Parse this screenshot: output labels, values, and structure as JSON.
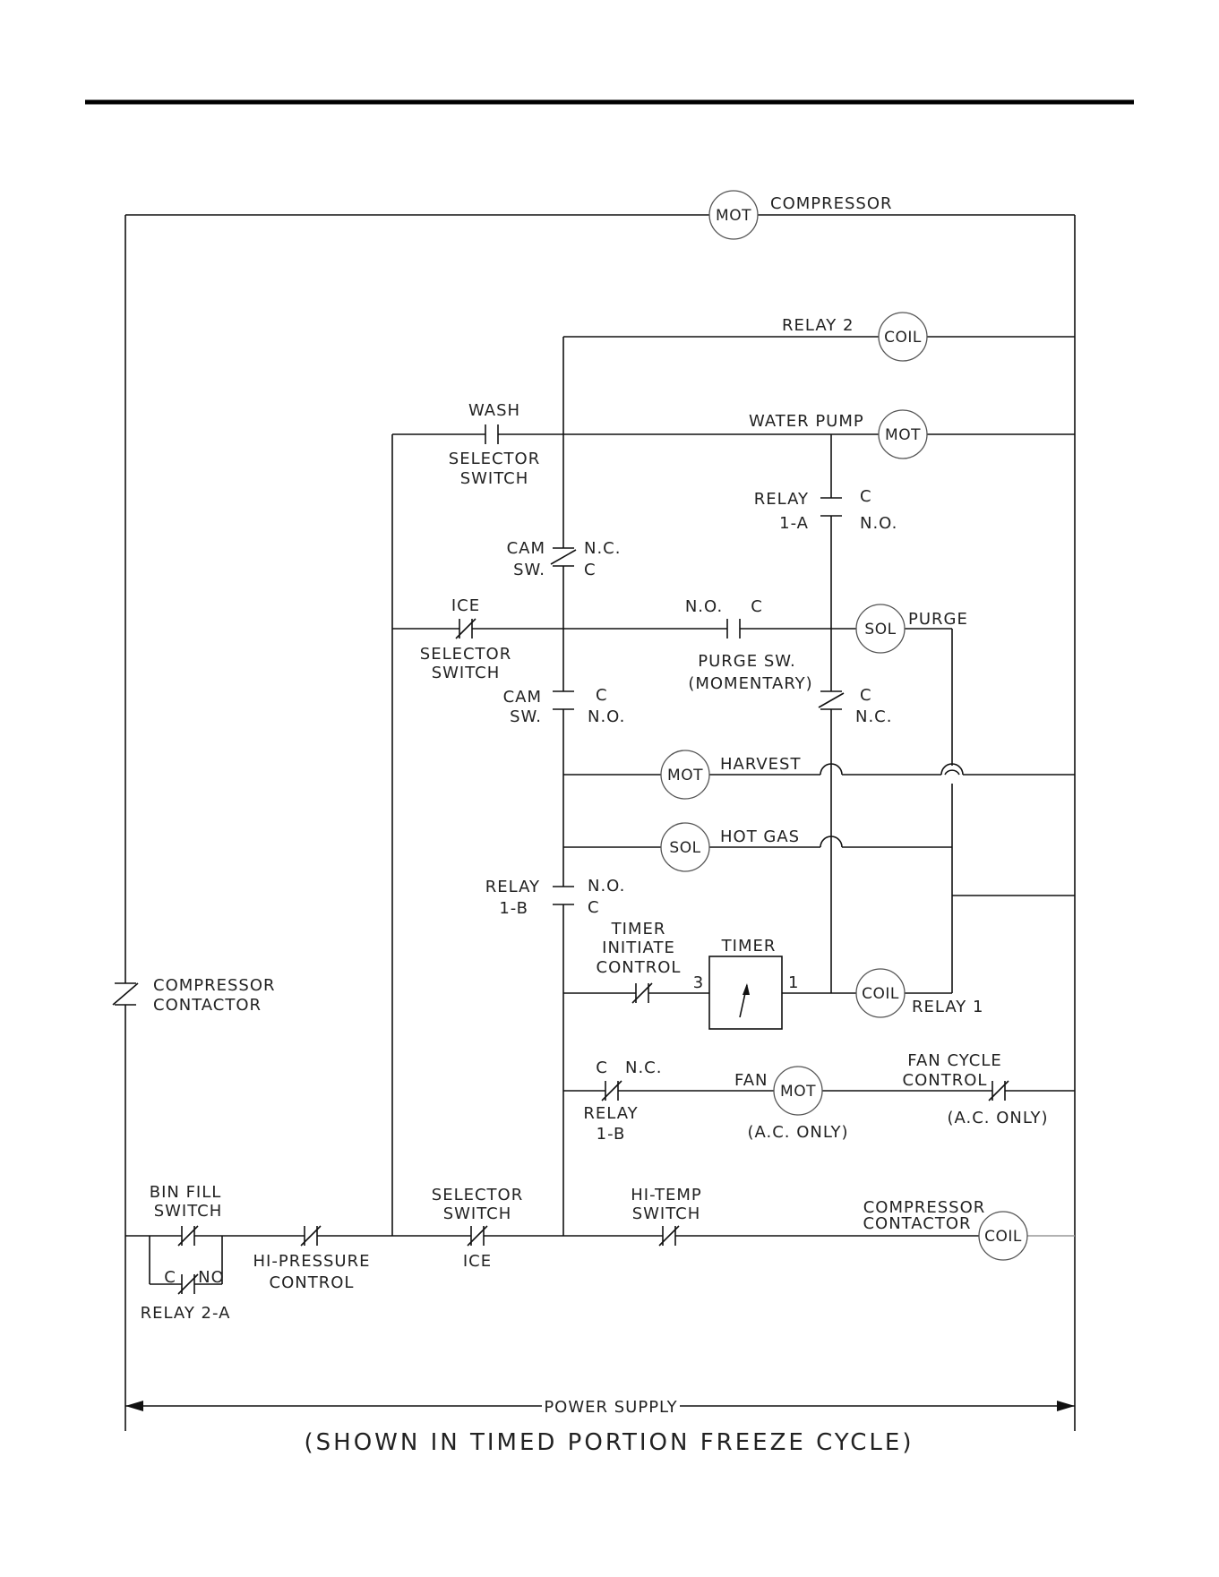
{
  "labels": {
    "mot_compressor_circle": "MOT",
    "compressor": "COMPRESSOR",
    "relay2": "RELAY 2",
    "coil_relay2": "COIL",
    "wash": "WASH",
    "selector_switch_1a": "SELECTOR",
    "selector_switch_1b": "SWITCH",
    "water_pump": "WATER PUMP",
    "mot_pump": "MOT",
    "relay1a_1": "RELAY",
    "relay1a_2": "1-A",
    "relay1a_c": "C",
    "relay1a_no": "N.O.",
    "cam_sw_1a": "CAM",
    "cam_sw_1b": "SW.",
    "cam_sw_1_nc": "N.C.",
    "cam_sw_1_c": "C",
    "ice_top": "ICE",
    "selector_switch_2a": "SELECTOR",
    "selector_switch_2b": "SWITCH",
    "purge_no": "N.O.",
    "purge_c": "C",
    "sol_purge": "SOL",
    "purge": "PURGE",
    "purge_sw": "PURGE SW.",
    "momentary": "(MOMENTARY)",
    "cam_sw_2a": "CAM",
    "cam_sw_2b": "SW.",
    "cam_sw_2_c": "C",
    "cam_sw_2_no": "N.O.",
    "purge_nc_c": "C",
    "purge_nc": "N.C.",
    "mot_harvest": "MOT",
    "harvest": "HARVEST",
    "sol_hotgas": "SOL",
    "hot_gas": "HOT GAS",
    "relay1b_1": "RELAY",
    "relay1b_2": "1-B",
    "relay1b_no": "N.O.",
    "relay1b_c": "C",
    "timer_init_1": "TIMER",
    "timer_init_2": "INITIATE",
    "timer_init_3": "CONTROL",
    "timer": "TIMER",
    "term3": "3",
    "term1": "1",
    "coil_relay1": "COIL",
    "relay1": "RELAY 1",
    "compressor_contactor_1": "COMPRESSOR",
    "compressor_contactor_2": "CONTACTOR",
    "fan_c": "C",
    "fan_nc": "N.C.",
    "fan_relay_1": "RELAY",
    "fan_relay_2": "1-B",
    "fan": "FAN",
    "mot_fan": "MOT",
    "ac_only_1": "(A.C. ONLY)",
    "fan_cycle_1": "FAN CYCLE",
    "fan_cycle_2": "CONTROL",
    "ac_only_2": "(A.C. ONLY)",
    "bin_fill_1": "BIN FILL",
    "bin_fill_2": "SWITCH",
    "relay2a_c": "C",
    "relay2a_no": "NO",
    "relay2a": "RELAY 2-A",
    "hi_pressure_1": "HI-PRESSURE",
    "hi_pressure_2": "CONTROL",
    "selector_3a": "SELECTOR",
    "selector_3b": "SWITCH",
    "ice_bottom": "ICE",
    "hi_temp_1": "HI-TEMP",
    "hi_temp_2": "SWITCH",
    "cc_coil_1": "COMPRESSOR",
    "cc_coil_2": "CONTACTOR",
    "coil_cc": "COIL",
    "power_supply": "POWER SUPPLY",
    "caption": "(SHOWN IN TIMED PORTION FREEZE CYCLE)"
  }
}
